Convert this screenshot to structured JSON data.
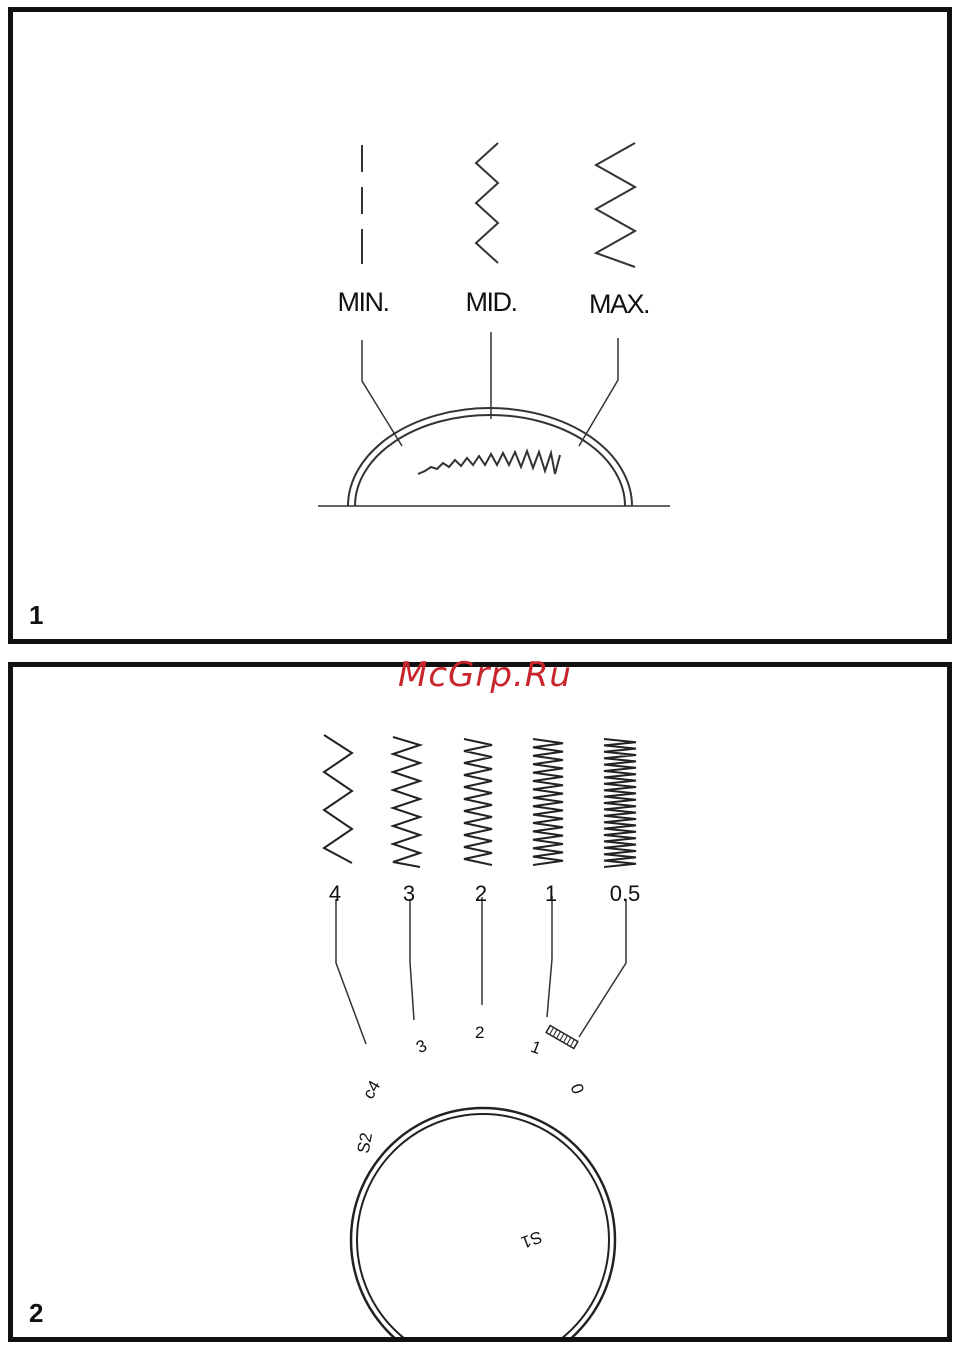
{
  "watermark": "McGrp.Ru",
  "figure1": {
    "number": "1",
    "labels": [
      "MIN.",
      "MID.",
      "MAX."
    ]
  },
  "figure2": {
    "number": "2",
    "width_labels": [
      "4",
      "3",
      "2",
      "1",
      "0.5"
    ],
    "dial_marks": {
      "m3": "3",
      "m2": "2",
      "m1": "1",
      "m0": "0",
      "c4": "c4",
      "s2": "S2",
      "s1": "S1"
    }
  }
}
